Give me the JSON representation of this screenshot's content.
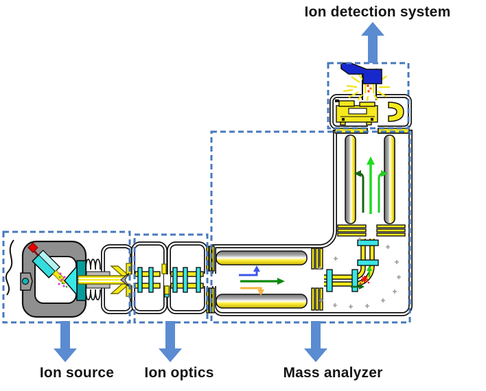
{
  "labels": {
    "ion_detection_system": "Ion detection system",
    "ion_source": "Ion source",
    "ion_optics": "Ion optics",
    "mass_analyzer": "Mass analyzer"
  },
  "colors": {
    "region_box_blue": "#4778bd",
    "flow_arrow_blue": "#5b8bd0",
    "label_text": "#141414",
    "component_yellow": "#f6e91c",
    "component_cyan": "#3ae4e4",
    "cone_teal": "#079d9d",
    "housing_gray": "#8f8f8f",
    "beam_blue": "#3d55e8",
    "beam_green": "#0c8a0c",
    "beam_orange": "#f6b33f",
    "ion_path_light_green": "#22cc22",
    "ion_path_dark_green": "#156615",
    "spray_magenta": "#e23ae2",
    "spray_green": "#2fae2f",
    "ion_impact_red": "#e81111",
    "detector_blue": "#1728cc",
    "ray_yellow": "#f2e41f",
    "outline": "#111111"
  }
}
